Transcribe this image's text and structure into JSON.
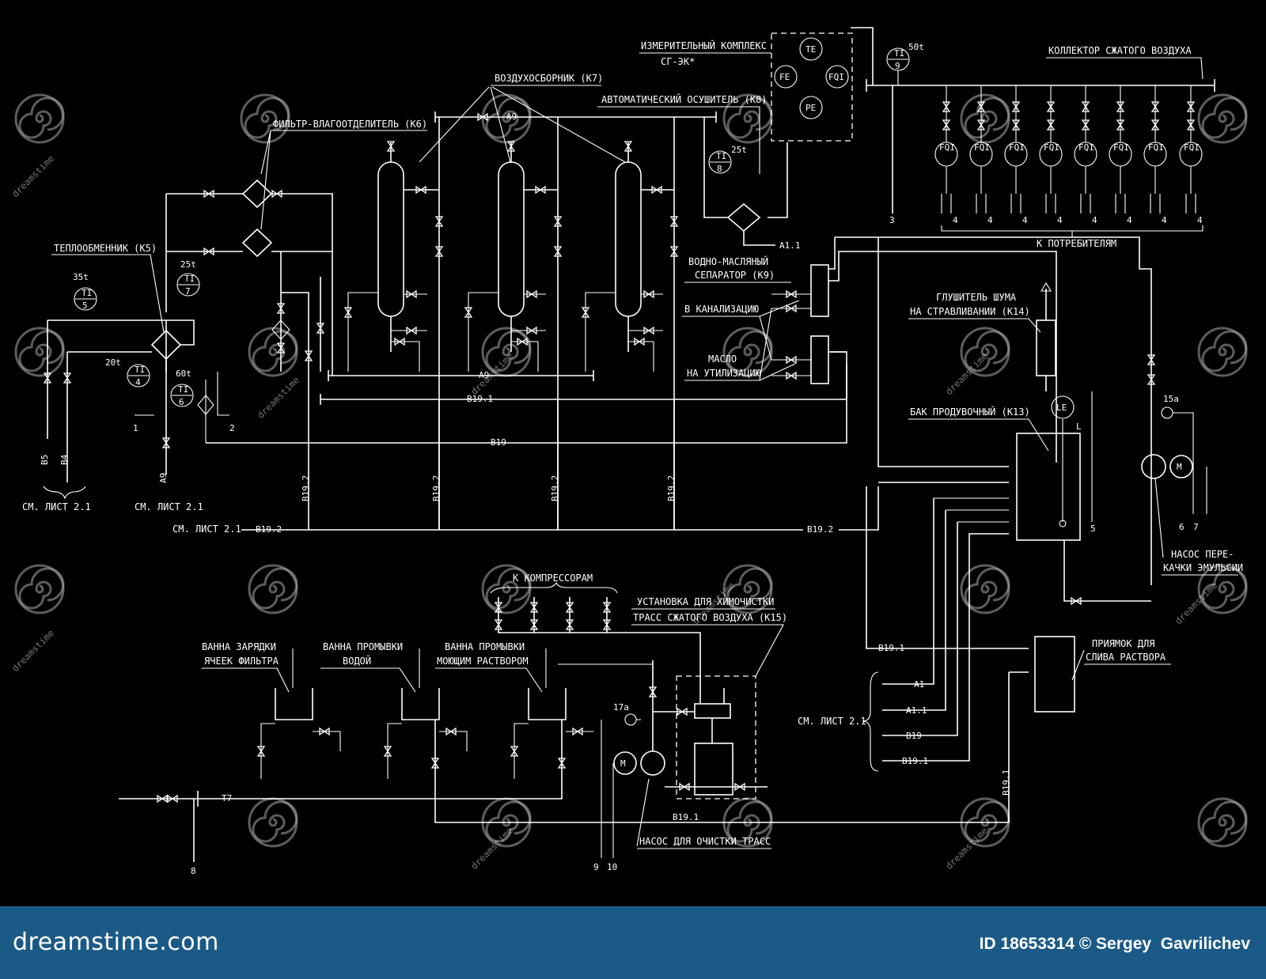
{
  "labels": {
    "measuring_complex": "ИЗМЕРИТЕЛЬНЫЙ КОМПЛЕКС",
    "measuring_complex_model": "СГ-ЭК*",
    "compressed_air_collector": "КОЛЛЕКТОР СЖАТОГО ВОЗДУХА",
    "air_receiver": "ВОЗДУХОСБОРНИК (К7)",
    "auto_dryer": "АВТОМАТИЧЕСКИЙ ОСУШИТЕЛЬ (К8)",
    "filter_separator": "ФИЛЬТР-ВЛАГООТДЕЛИТЕЛЬ (К6)",
    "heat_exchanger": "ТЕПЛООБМЕННИК (К5)",
    "water_oil_separator_1": "ВОДНО-МАСЛЯНЫЙ",
    "water_oil_separator_2": "СЕПАРАТОР (К9)",
    "to_sewer": "В КАНАЛИЗАЦИЮ",
    "oil_1": "МАСЛО",
    "oil_2": "НА УТИЛИЗАЦИЮ",
    "to_consumers": "К ПОТРЕБИТЕЛЯМ",
    "silencer_1": "ГЛУШИТЕЛЬ ШУМА",
    "silencer_2": "НА СТРАВЛИВАНИИ (К14)",
    "purge_tank": "БАК ПРОДУВОЧНЫЙ (К13)",
    "emulsion_pump_1": "НАСОС ПЕРЕ-",
    "emulsion_pump_2": "КАЧКИ ЭМУЛЬСИИ",
    "see_sheet": "СМ. ЛИСТ 2.1",
    "to_compressors": "К КОМПРЕССОРАМ",
    "chem_install_1": "УСТАНОВКА ДЛЯ ХИМОЧИСТКИ",
    "chem_install_2": "ТРАСС СЖАТОГО ВОЗДУХА (К15)",
    "bath_charge_1": "ВАННА ЗАРЯДКИ",
    "bath_charge_2": "ЯЧЕЕК ФИЛЬТРА",
    "bath_wash_water_1": "ВАННА ПРОМЫВКИ",
    "bath_wash_water_2": "ВОДОЙ",
    "bath_wash_sol_1": "ВАННА ПРОМЫВКИ",
    "bath_wash_sol_2": "МОЮЩИМ РАСТВОРОМ",
    "pit_1": "ПРИЯМОК ДЛЯ",
    "pit_2": "СЛИВА РАСТВОРА",
    "cleaning_pump": "НАСОС ДЛЯ ОЧИСТКИ ТРАСС"
  },
  "lines": {
    "a9": "А9",
    "a1_1": "А1.1",
    "a1": "А1",
    "b19": "В19",
    "b19_1": "В19.1",
    "b19_2": "В19.2",
    "b5": "В5",
    "b4": "В4",
    "t7": "Т7"
  },
  "instruments": {
    "te": "TE",
    "fe": "FE",
    "fqi": "FQI",
    "pe": "PE",
    "ti": "TI",
    "le": "LE",
    "m": "M",
    "ti5": "5",
    "ti4": "4",
    "ti6": "6",
    "ti7": "7",
    "ti8": "8",
    "ti9": "9",
    "t35": "35t",
    "t20": "20t",
    "t60": "60t",
    "t25": "25t",
    "t50": "50t",
    "t15a": "15а",
    "t17a": "17а",
    "level_l": "L"
  },
  "numbers": {
    "n1": "1",
    "n2": "2",
    "n3": "3",
    "n4": "4",
    "n5": "5",
    "n6": "6",
    "n7": "7",
    "n8": "8",
    "n9": "9",
    "n10": "10"
  },
  "watermark": "dreamstime",
  "footer": {
    "logo": "dreamstime.com",
    "id_text": "ID 18653314 © Sergey  Gavrilichev"
  },
  "colors": {
    "background": "#000000",
    "lines": "#ffffff",
    "footer": "#1b5a86"
  }
}
